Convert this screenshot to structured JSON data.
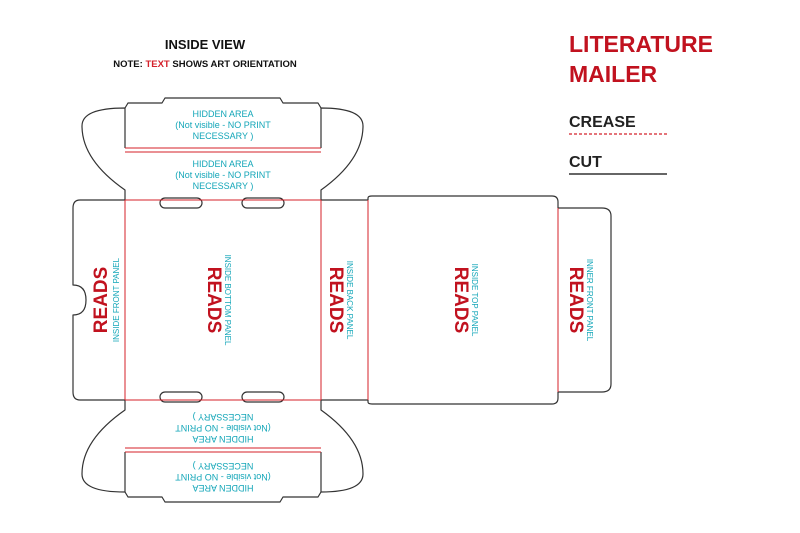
{
  "header": {
    "title": "INSIDE VIEW",
    "note_prefix": "NOTE: ",
    "note_highlight": "TEXT",
    "note_suffix": " SHOWS ART ORIENTATION"
  },
  "legend": {
    "title_line1": "LITERATURE",
    "title_line2": "MAILER",
    "crease_label": "CREASE",
    "cut_label": "CUT"
  },
  "hidden_area": {
    "line1": "HIDDEN AREA",
    "line2": "(Not visible - NO PRINT",
    "line3": "NECESSARY )"
  },
  "panels": {
    "reads": "READS",
    "inside_front": "INSIDE FRONT PANEL",
    "inside_bottom": "INSIDE BOTTOM PANEL",
    "inside_back": "INSIDE BACK PANEL",
    "inside_top": "INSIDE TOP PANEL",
    "inner_front": "INNER FRONT PANEL"
  },
  "colors": {
    "cut": "#333333",
    "crease": "#d4202a",
    "title_red": "#c1121f",
    "panel_text": "#13a6b8"
  }
}
